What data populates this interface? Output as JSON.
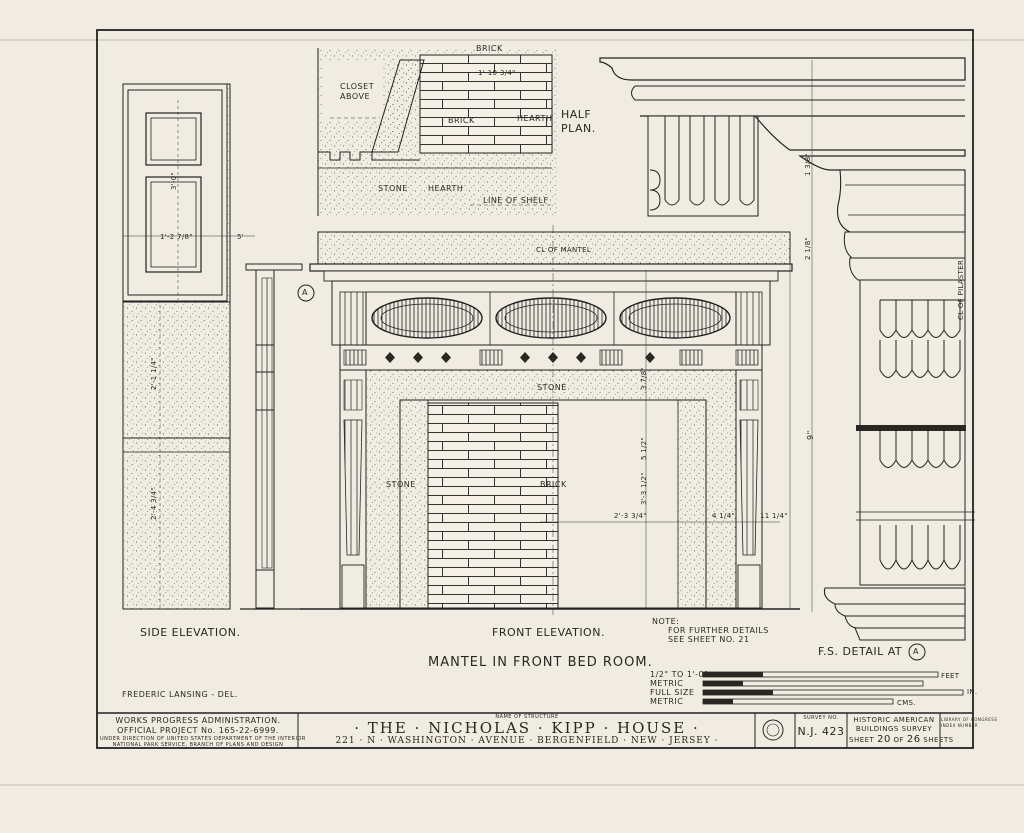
{
  "drawing": {
    "title": "MANTEL IN FRONT BED ROOM.",
    "views": {
      "side": "SIDE ELEVATION.",
      "front": "FRONT ELEVATION.",
      "half_plan": "HALF PLAN.",
      "detail": "F.S. DETAIL AT",
      "detail_marker": "A",
      "section_marker": "A"
    },
    "note_line1": "NOTE:",
    "note_line2": "FOR FURTHER DETAILS",
    "note_line3": "SEE SHEET NO. 21",
    "delineator": "FREDERIC LANSING - DEL.",
    "labels": {
      "brick": "BRICK",
      "hearth": "HEARTH",
      "stone": "STONE",
      "closet_above": "CLOSET ABOVE",
      "line_of_shelf": "LINE OF SHELF",
      "cl_mantel": "CL OF MANTEL",
      "cl_pilaster": "CL OF PILASTER"
    },
    "dimensions": {
      "d1": "1'-10 3/4\"",
      "d2": "3'-0\"",
      "d3": "1'-2 7/8\"",
      "d4": "5'",
      "d5": "2'-1 1/4\"",
      "d6": "2'-4 3/4\"",
      "d7": "3'-3 1/2\"",
      "d8": "2'-3 3/4\"",
      "d9": "11 1/4\"",
      "d10": "4 1/4\"",
      "d11": "2 1/8\"",
      "d12": "9\"",
      "d13": "1 3/8\"",
      "d14": "5 1/2\"",
      "d15": "3 7/8\""
    },
    "scales": {
      "s1": "1/2\" TO 1'-0\"",
      "s2": "METRIC",
      "s3": "FULL SIZE",
      "s4": "METRIC",
      "ft": "FEET",
      "in": "IN.",
      "cm": "CMS."
    }
  },
  "title_block": {
    "agency1": "WORKS PROGRESS ADMINISTRATION.",
    "agency2": "OFFICIAL PROJECT No. 165-22-6999.",
    "agency3": "UNDER DIRECTION OF UNITED STATES DEPARTMENT OF THE INTERIOR",
    "agency4": "NATIONAL PARK SERVICE, BRANCH OF PLANS AND DESIGN",
    "name_caption": "NAME OF STRUCTURE",
    "structure_name": "· THE · NICHOLAS · KIPP · HOUSE ·",
    "address": "221 · N · WASHINGTON · AVENUE · BERGENFIELD · NEW · JERSEY ·",
    "survey_caption": "SURVEY NO.",
    "survey_no": "N.J. 423",
    "habs1": "HISTORIC AMERICAN",
    "habs2": "BUILDINGS SURVEY",
    "sheet_label": "SHEET",
    "sheet_no": "20",
    "of_label": "OF",
    "sheet_total": "26",
    "sheets_label": "SHEETS",
    "library1": "LIBRARY OF CONGRESS",
    "library2": "INDEX NUMBER"
  }
}
